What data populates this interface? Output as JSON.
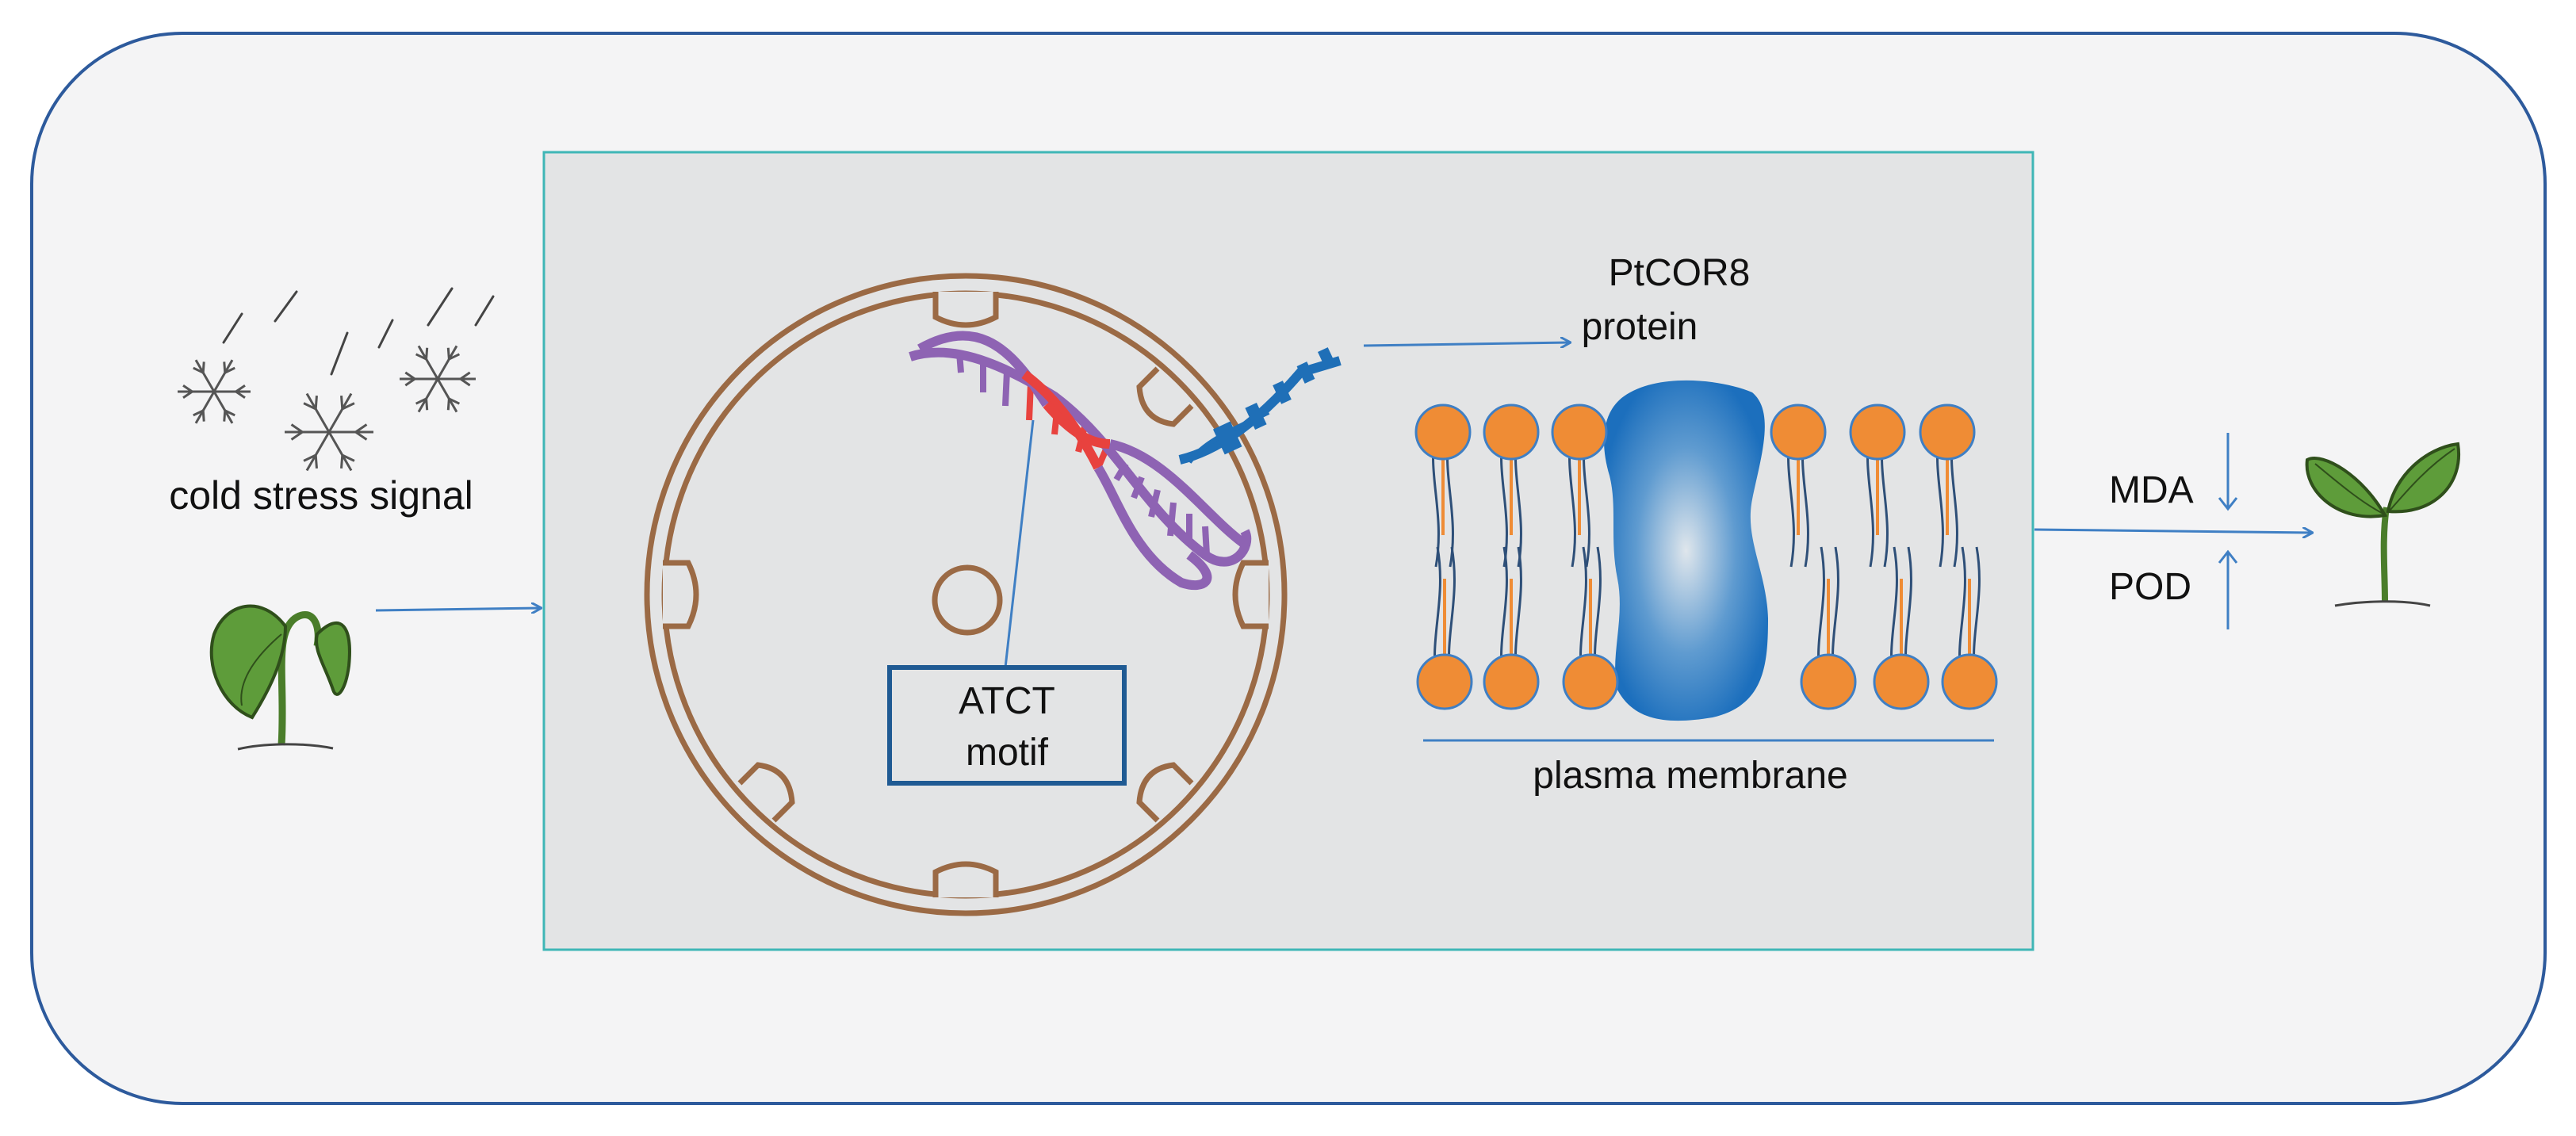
{
  "labels": {
    "cold_stress": "cold stress signal",
    "motif_line1": "ATCT",
    "motif_line2": "motif",
    "protein_line1": "PtCOR8",
    "protein_line2": "protein",
    "membrane": "plasma membrane",
    "mda": "MDA",
    "pod": "POD"
  },
  "indicators": {
    "mda_direction": "down",
    "pod_direction": "up"
  },
  "colors": {
    "outer_border": "#2d5a9c",
    "panel_border": "#3fb6b6",
    "panel_fill": "#e3e4e5",
    "background": "#f4f4f5",
    "arrow": "#3f7fc4",
    "nucleus": "#9b6a45",
    "dna_strand": "#8e63b3",
    "dna_highlight": "#e8423e",
    "mrna": "#1f6fb7",
    "lipid_head": "#ef8c35",
    "protein": "#1c6fbd",
    "leaf": "#5e9c3a",
    "motif_box": "#1f5a93"
  }
}
